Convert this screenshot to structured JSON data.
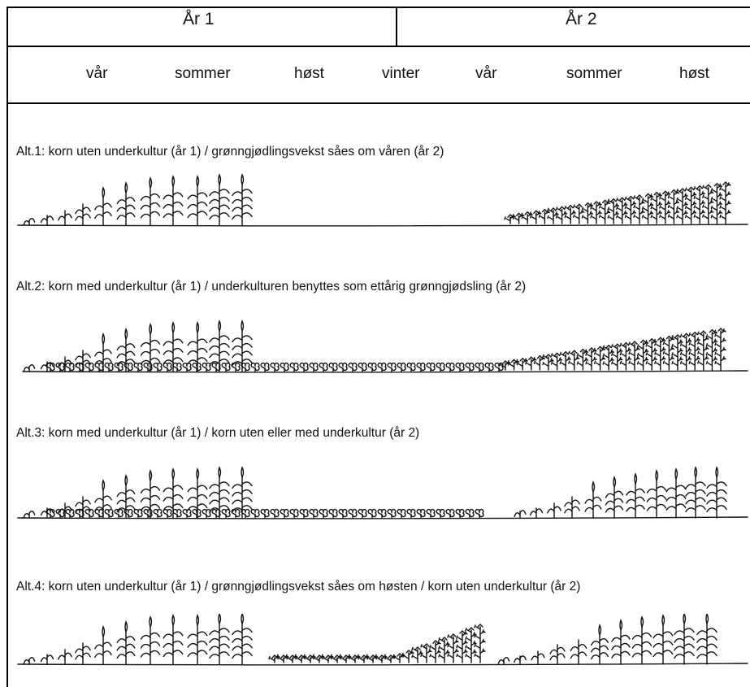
{
  "header": {
    "year1": "År 1",
    "year2": "År 2",
    "seasons": [
      "vår",
      "sommer",
      "høst",
      "vinter",
      "vår",
      "sommer",
      "høst"
    ]
  },
  "alternatives": [
    {
      "label": "Alt.1: korn uten underkultur (år 1) / grønngjødlingsvekst såes om våren (år 2)"
    },
    {
      "label": "Alt.2: korn med underkultur (år 1) / underkulturen benyttes som ettårig grønngjødsling (år 2)"
    },
    {
      "label": "Alt.3: korn med underkultur (år 1) / korn uten eller med underkultur (år 2)"
    },
    {
      "label": "Alt.4: korn uten underkultur (år 1) / grønngjødlingsvekst såes om høsten / korn uten underkultur (år 2)"
    }
  ]
}
